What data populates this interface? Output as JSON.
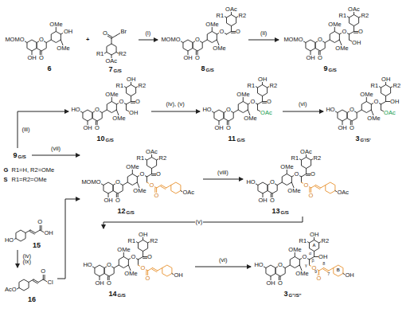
{
  "diagram": {
    "nodes": [
      {
        "text": [
          "MOMO",
          "O",
          "OH",
          "O",
          "OMe",
          "OMe",
          "OH",
          "6"
        ]
      },
      {
        "text": [
          "O",
          "Br",
          "R1",
          "R2",
          "OAc",
          "7",
          "G/S"
        ]
      },
      {
        "text": [
          "MOMO",
          "O",
          "OH",
          "O",
          "OMe",
          "OMe",
          "O",
          "O",
          "R1",
          "R2",
          "OAc",
          "8",
          "G/S"
        ]
      },
      {
        "text": [
          "MOMO",
          "O",
          "OH",
          "O",
          "OMe",
          "OMe",
          "O",
          "O",
          "R1",
          "R2",
          "OAc",
          "OH",
          "9",
          "G/S"
        ]
      },
      {
        "text": [
          "9",
          "G/S"
        ]
      },
      {
        "text": [
          "HO",
          "O",
          "OH",
          "O",
          "OMe",
          "OMe",
          "O",
          "O",
          "R1",
          "R2",
          "OH",
          "OH",
          "10",
          "G/S"
        ]
      },
      {
        "text": [
          "HO",
          "O",
          "OH",
          "O",
          "OMe",
          "OMe",
          "O",
          "O",
          "R1",
          "R2",
          "OH",
          "OAc",
          "11",
          "G/S"
        ]
      },
      {
        "text": [
          "HO",
          "O",
          "OH",
          "O",
          "OMe",
          "OMe",
          "O",
          "OH",
          "R1",
          "R2",
          "OH",
          "OAc",
          "3",
          "G'/S'"
        ]
      },
      {
        "text": [
          "MOMO",
          "O",
          "OH",
          "O",
          "OMe",
          "OMe",
          "O",
          "O",
          "R1",
          "R2",
          "OAc",
          "O",
          "O",
          "OAc",
          "12",
          "G/S"
        ]
      },
      {
        "text": [
          "HO",
          "O",
          "OH",
          "O",
          "OMe",
          "OMe",
          "O",
          "O",
          "R1",
          "R2",
          "OAc",
          "O",
          "O",
          "OAc",
          "13",
          "G/S"
        ]
      },
      {
        "text": [
          "HO",
          "O",
          "OH",
          "15"
        ]
      },
      {
        "text": [
          "AcO",
          "O",
          "Cl",
          "16"
        ]
      },
      {
        "text": [
          "HO",
          "O",
          "OH",
          "O",
          "OMe",
          "OMe",
          "O",
          "O",
          "R1",
          "R2",
          "OH",
          "O",
          "O",
          "OH",
          "14",
          "G/S"
        ]
      },
      {
        "text": [
          "HO",
          "O",
          "OH",
          "O",
          "OMe",
          "OMe",
          "O",
          "OH",
          "R1",
          "R2",
          "OH",
          "O",
          "O",
          "OH",
          "α",
          "β",
          "γ",
          "9",
          "8",
          "7",
          "A",
          "B",
          "3",
          "G''/S''"
        ]
      }
    ],
    "edges": [
      {
        "from": 1,
        "to": 2,
        "arrow": "to",
        "label": "(i)"
      },
      {
        "from": 2,
        "to": 3,
        "arrow": "to",
        "label": "(ii)"
      },
      {
        "from": 4,
        "to": 5,
        "arrow": "to",
        "label": "(iii)"
      },
      {
        "from": 5,
        "to": 6,
        "arrow": "to",
        "label": "(iv), (v)"
      },
      {
        "from": 6,
        "to": 7,
        "arrow": "to",
        "label": "(vi)"
      },
      {
        "from": 4,
        "to": 8,
        "arrow": "to",
        "label": "(vii)"
      },
      {
        "from": 11,
        "to": 8,
        "arrow": "to"
      },
      {
        "from": 10,
        "to": 11,
        "arrow": "to",
        "label": "(iv) (ix)"
      },
      {
        "from": 8,
        "to": 9,
        "arrow": "to",
        "label": "(viii)"
      },
      {
        "from": 9,
        "to": 12,
        "arrow": "to",
        "label": "(v)"
      },
      {
        "from": 12,
        "to": 13,
        "arrow": "to",
        "label": "(vi)"
      }
    ],
    "labels": [
      "+",
      "G",
      "R1=H, R2=OMe",
      "S",
      "R1=R2=OMe"
    ]
  }
}
